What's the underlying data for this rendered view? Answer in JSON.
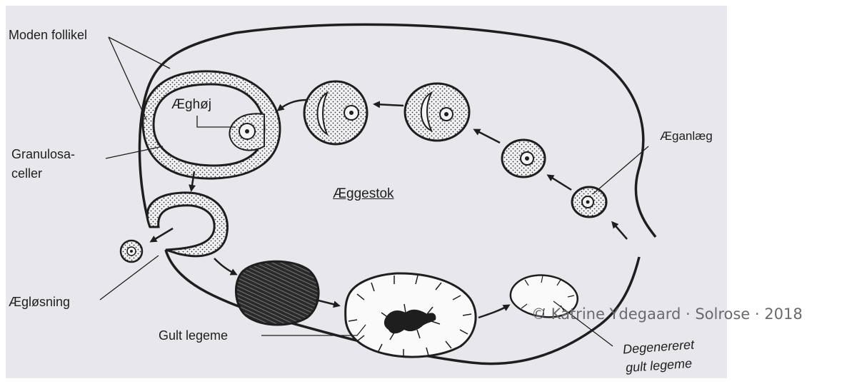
{
  "labels": {
    "mature_follicle": "Moden follikel",
    "cumulus": "Æghøj",
    "granulosa_line1": "Granulosa-",
    "granulosa_line2": "celler",
    "ovary": "Æggestok",
    "egg_primordium": "Æganlæg",
    "ovulation": "Ægløsning",
    "corpus_luteum": "Gult legeme",
    "degenerated_line1": "Degenereret",
    "degenerated_line2": "gult legeme"
  },
  "credit": "© Katrine Ydegaard · Solrose · 2018",
  "colors": {
    "paper": "#e7e7ec",
    "ink": "#1e1e1e",
    "credit": "#6a6a6e"
  }
}
